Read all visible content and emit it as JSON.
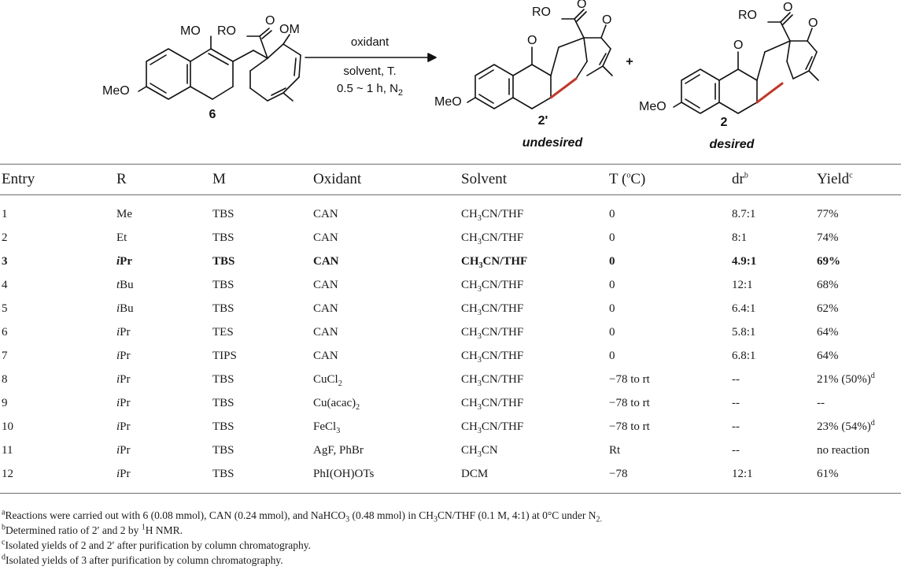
{
  "scheme": {
    "compound_start": "6",
    "product_undesired_label": "2'",
    "product_desired_label": "2",
    "undesired_caption": "undesired",
    "desired_caption": "desired",
    "plus": "+",
    "conditions": {
      "line1": "oxidant",
      "line2": "solvent, T.",
      "line3_pre": "0.5 ~ 1 h, N",
      "line3_sub": "2"
    },
    "atom_labels": {
      "mo": "MO",
      "ro": "RO",
      "o": "O",
      "om": "OM",
      "meo": "MeO"
    }
  },
  "table": {
    "headers": {
      "entry": "Entry",
      "r": "R",
      "m": "M",
      "oxidant": "Oxidant",
      "solvent": "Solvent",
      "t_pre": "T (",
      "t_sup": "o",
      "t_post": "C)",
      "dr": "dr",
      "dr_sup": "b",
      "yield": "Yield",
      "yield_sup": "c"
    },
    "rows": [
      {
        "entry": "1",
        "r_pre": "",
        "r_main": "Me",
        "m": "TBS",
        "ox_main": "CAN",
        "ox_sub": "",
        "ox_post": "",
        "solvent": "CH3CN/THF",
        "t": "0",
        "dr": "8.7:1",
        "yield": "77%",
        "yield_sup": ""
      },
      {
        "entry": "2",
        "r_pre": "",
        "r_main": "Et",
        "m": "TBS",
        "ox_main": "CAN",
        "ox_sub": "",
        "ox_post": "",
        "solvent": "CH3CN/THF",
        "t": "0",
        "dr": "8:1",
        "yield": "74%",
        "yield_sup": ""
      },
      {
        "entry": "3",
        "r_pre": "i",
        "r_main": "Pr",
        "m": "TBS",
        "ox_main": "CAN",
        "ox_sub": "",
        "ox_post": "",
        "solvent": "CH3CN/THF",
        "t": "0",
        "dr": "4.9:1",
        "yield": "69%",
        "yield_sup": ""
      },
      {
        "entry": "4",
        "r_pre": "t",
        "r_main": "Bu",
        "m": "TBS",
        "ox_main": "CAN",
        "ox_sub": "",
        "ox_post": "",
        "solvent": "CH3CN/THF",
        "t": "0",
        "dr": "12:1",
        "yield": "68%",
        "yield_sup": ""
      },
      {
        "entry": "5",
        "r_pre": "i",
        "r_main": "Bu",
        "m": "TBS",
        "ox_main": "CAN",
        "ox_sub": "",
        "ox_post": "",
        "solvent": "CH3CN/THF",
        "t": "0",
        "dr": "6.4:1",
        "yield": "62%",
        "yield_sup": ""
      },
      {
        "entry": "6",
        "r_pre": "i",
        "r_main": "Pr",
        "m": "TES",
        "ox_main": "CAN",
        "ox_sub": "",
        "ox_post": "",
        "solvent": "CH3CN/THF",
        "t": "0",
        "dr": "5.8:1",
        "yield": "64%",
        "yield_sup": ""
      },
      {
        "entry": "7",
        "r_pre": "i",
        "r_main": "Pr",
        "m": "TIPS",
        "ox_main": "CAN",
        "ox_sub": "",
        "ox_post": "",
        "solvent": "CH3CN/THF",
        "t": "0",
        "dr": "6.8:1",
        "yield": "64%",
        "yield_sup": ""
      },
      {
        "entry": "8",
        "r_pre": "i",
        "r_main": "Pr",
        "m": "TBS",
        "ox_main": "CuCl",
        "ox_sub": "2",
        "ox_post": "",
        "solvent": "CH3CN/THF",
        "t": "−78 to rt",
        "dr": "--",
        "yield": "21% (50%)",
        "yield_sup": "d"
      },
      {
        "entry": "9",
        "r_pre": "i",
        "r_main": "Pr",
        "m": "TBS",
        "ox_main": "Cu(acac)",
        "ox_sub": "2",
        "ox_post": "",
        "solvent": "CH3CN/THF",
        "t": "−78 to rt",
        "dr": "--",
        "yield": "--",
        "yield_sup": ""
      },
      {
        "entry": "10",
        "r_pre": "i",
        "r_main": "Pr",
        "m": "TBS",
        "ox_main": "FeCl",
        "ox_sub": "3",
        "ox_post": "",
        "solvent": "CH3CN/THF",
        "t": "−78 to rt",
        "dr": "--",
        "yield": "23% (54%)",
        "yield_sup": "d"
      },
      {
        "entry": "11",
        "r_pre": "i",
        "r_main": "Pr",
        "m": "TBS",
        "ox_main": "AgF, PhBr",
        "ox_sub": "",
        "ox_post": "",
        "solvent": "CH3CN",
        "t": "Rt",
        "dr": "--",
        "yield": "no reaction",
        "yield_sup": ""
      },
      {
        "entry": "12",
        "r_pre": "i",
        "r_main": "Pr",
        "m": "TBS",
        "ox_main": "PhI(OH)OTs",
        "ox_sub": "",
        "ox_post": "",
        "solvent": "DCM",
        "t": "−78",
        "dr": "12:1",
        "yield": "61%",
        "yield_sup": ""
      }
    ]
  },
  "footnotes": {
    "a": {
      "mark": "a",
      "p1": "Reactions were carried out with 6 (0.08 mmol), CAN (0.24 mmol), and NaHCO",
      "s1": "3",
      "p2": " (0.48 mmol) in CH",
      "s2": "3",
      "p3": "CN/THF (0.1 M, 4:1) at 0°C under N",
      "s3": "2."
    },
    "b": {
      "mark": "b",
      "p1": "Determined ratio of 2′ and 2 by ",
      "sup": "1",
      "p2": "H NMR."
    },
    "c": {
      "mark": "c",
      "p1": "Isolated yields of 2 and 2′ after purification by column chromatography."
    },
    "d": {
      "mark": "d",
      "p1": "Isolated yields of 3 after purification by column chromatography."
    }
  }
}
